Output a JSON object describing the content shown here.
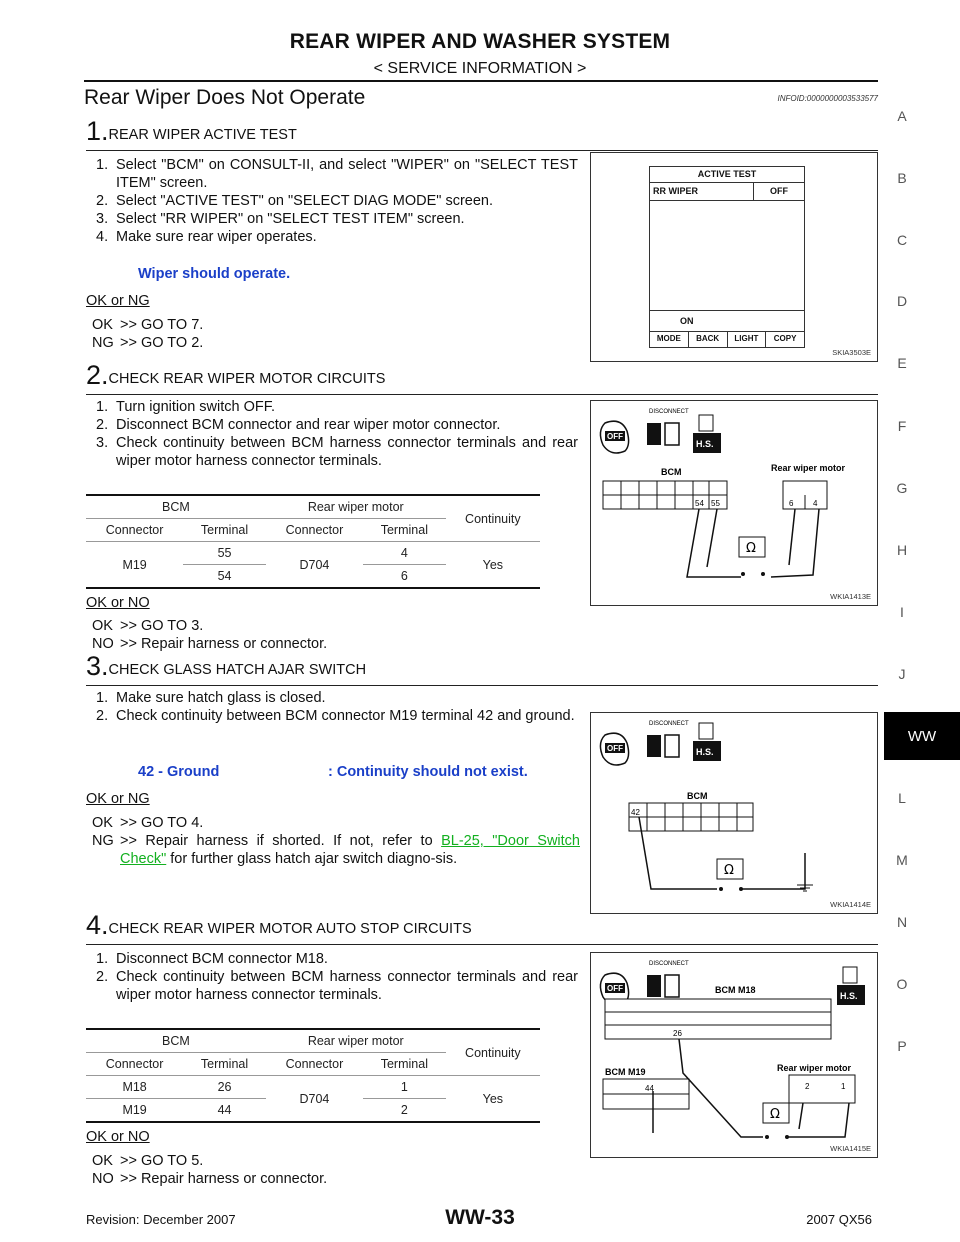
{
  "header": {
    "title": "REAR WIPER AND WASHER SYSTEM",
    "subtitle": "< SERVICE INFORMATION >"
  },
  "section": {
    "title": "Rear Wiper Does Not Operate",
    "info_id": "INFOID:0000000003533577"
  },
  "side_tabs": [
    "A",
    "B",
    "C",
    "D",
    "E",
    "F",
    "G",
    "H",
    "I",
    "J",
    "WW",
    "L",
    "M",
    "N",
    "O",
    "P"
  ],
  "steps": [
    {
      "num": "1.",
      "title": "REAR WIPER ACTIVE TEST",
      "items": [
        "Select \"BCM\" on CONSULT-II, and select \"WIPER\" on \"SELECT TEST ITEM\" screen.",
        "Select \"ACTIVE TEST\" on \"SELECT DIAG MODE\" screen.",
        "Select \"RR WIPER\" on \"SELECT TEST ITEM\" screen.",
        "Make sure rear wiper operates."
      ],
      "spec": "Wiper should operate.",
      "result_label": "OK or NG",
      "results": [
        {
          "k": "OK",
          "v": ">> GO TO 7."
        },
        {
          "k": "NG",
          "v": ">> GO TO 2."
        }
      ],
      "figure": {
        "code": "SKIA3503E",
        "title": "ACTIVE TEST",
        "row_label": "RR WIPER",
        "row_value": "OFF",
        "button": "ON",
        "softkeys": [
          "MODE",
          "BACK",
          "LIGHT",
          "COPY"
        ]
      }
    },
    {
      "num": "2.",
      "title": "CHECK REAR WIPER MOTOR CIRCUITS",
      "items": [
        "Turn ignition switch OFF.",
        "Disconnect BCM connector and rear wiper motor connector.",
        "Check continuity between BCM harness connector terminals and rear wiper motor harness connector terminals."
      ],
      "table": {
        "h1": [
          "BCM",
          "Rear wiper motor",
          "Continuity"
        ],
        "h2": [
          "Connector",
          "Terminal",
          "Connector",
          "Terminal"
        ],
        "rows": [
          {
            "connector": "M19",
            "t1": "55",
            "conn2": "D704",
            "t2": "4",
            "continuity": "Yes"
          },
          {
            "t1": "54",
            "t2": "6"
          }
        ]
      },
      "result_label": "OK or NO",
      "results": [
        {
          "k": "OK",
          "v": ">> GO TO 3."
        },
        {
          "k": "NO",
          "v": ">> Repair harness or connector."
        }
      ],
      "figure": {
        "code": "WKIA1413E",
        "disconnect": "DISCONNECT",
        "off": "OFF",
        "hs": "H.S.",
        "bcm": "BCM",
        "motor": "Rear wiper motor",
        "pins_bcm": [
          "54",
          "55"
        ],
        "pins_motor": [
          "6",
          "4"
        ],
        "ohm": "Ω"
      }
    },
    {
      "num": "3.",
      "title": "CHECK GLASS HATCH AJAR SWITCH",
      "items": [
        "Make sure hatch glass is closed.",
        "Check continuity between BCM connector M19 terminal 42 and ground."
      ],
      "spec_left": "42 - Ground",
      "spec_right": ": Continuity should not exist.",
      "result_label": "OK or NG",
      "results": [
        {
          "k": "OK",
          "v": ">> GO TO 4."
        },
        {
          "k": "NG",
          "v_pre": ">> Repair harness if shorted. If not, refer to ",
          "link": "BL-25, \"Door Switch Check\"",
          "v_post": " for further glass hatch ajar switch diagno-sis."
        }
      ],
      "figure": {
        "code": "WKIA1414E",
        "disconnect": "DISCONNECT",
        "off": "OFF",
        "hs": "H.S.",
        "bcm": "BCM",
        "pin": "42",
        "ohm": "Ω"
      }
    },
    {
      "num": "4.",
      "title": "CHECK REAR WIPER MOTOR AUTO STOP CIRCUITS",
      "items": [
        "Disconnect BCM connector M18.",
        "Check continuity between BCM harness connector terminals and rear wiper motor harness connector terminals."
      ],
      "table": {
        "h1": [
          "BCM",
          "Rear wiper motor",
          "Continuity"
        ],
        "h2": [
          "Connector",
          "Terminal",
          "Connector",
          "Terminal"
        ],
        "rows": [
          {
            "connector": "M18",
            "t1": "26",
            "conn2": "D704",
            "t2": "1",
            "continuity": "Yes"
          },
          {
            "connector": "M19",
            "t1": "44",
            "t2": "2"
          }
        ]
      },
      "result_label": "OK or NO",
      "results": [
        {
          "k": "OK",
          "v": ">> GO TO 5."
        },
        {
          "k": "NO",
          "v": ">> Repair harness or connector."
        }
      ],
      "figure": {
        "code": "WKIA1415E",
        "disconnect": "DISCONNECT",
        "off": "OFF",
        "hs": "H.S.",
        "bcm_m18": "BCM M18",
        "bcm_m19": "BCM M19",
        "motor": "Rear wiper motor",
        "pin_26": "26",
        "pin_44": "44",
        "pins_motor": [
          "2",
          "1"
        ],
        "ohm": "Ω"
      }
    }
  ],
  "footer": {
    "revision": "Revision: December 2007",
    "page": "WW-33",
    "model": "2007 QX56"
  }
}
